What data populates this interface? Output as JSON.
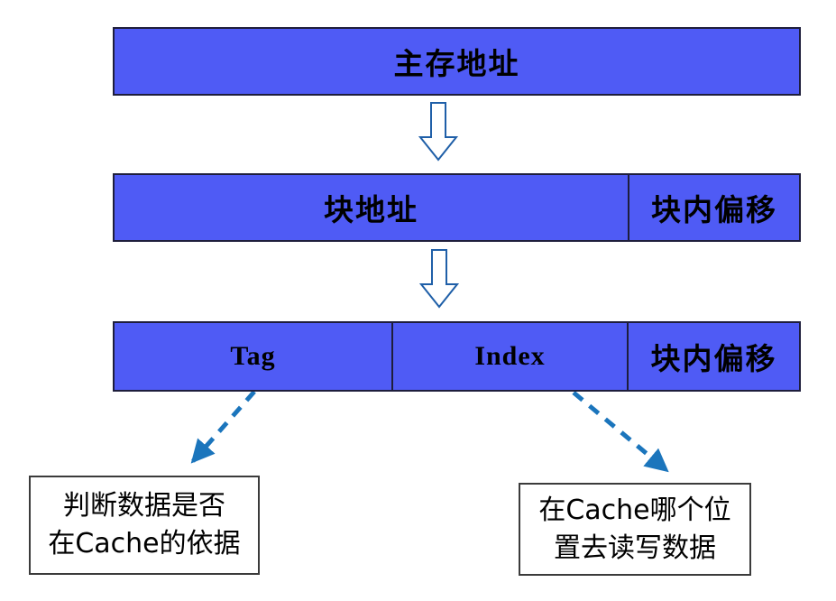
{
  "diagram": {
    "description": "memory-address-to-cache-mapping-breakdown",
    "bars": [
      {
        "name": "main-memory-address",
        "cells": [
          {
            "label": "主存地址"
          }
        ]
      },
      {
        "name": "block-address-split",
        "cells": [
          {
            "label": "块地址"
          },
          {
            "label": "块内偏移"
          }
        ]
      },
      {
        "name": "cache-address-fields",
        "cells": [
          {
            "label": "Tag"
          },
          {
            "label": "Index"
          },
          {
            "label": "块内偏移"
          }
        ]
      }
    ],
    "callouts": [
      {
        "name": "tag-purpose",
        "lines": [
          "判断数据是否",
          "在Cache的依据"
        ]
      },
      {
        "name": "index-purpose",
        "lines": [
          "在Cache哪个位",
          "置去读写数据"
        ]
      }
    ],
    "colors": {
      "bar_fill": "#4F5BF5",
      "bar_border": "#1E1E3C",
      "arrow_outline": "#1F5FA8",
      "dashed_arrow": "#1B75BC",
      "callout_border": "#3B3B3B",
      "text": "#000000"
    }
  }
}
